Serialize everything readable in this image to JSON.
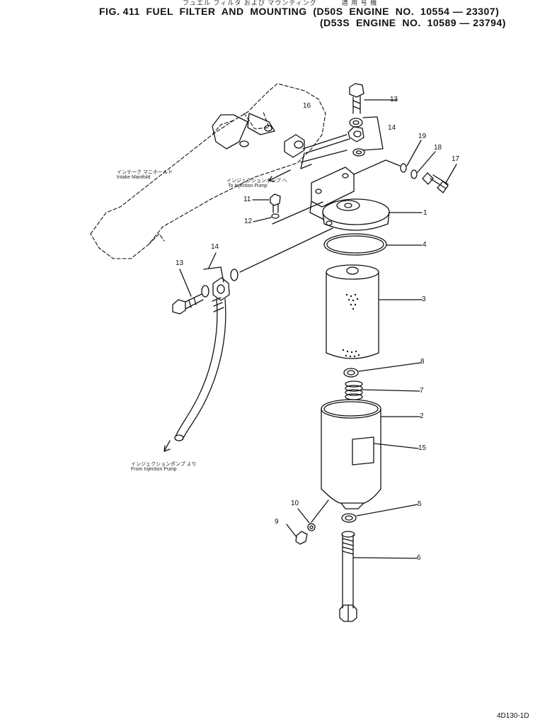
{
  "header": {
    "jp_line": "フュエル フィルタ および マウンティング          適 用 号 機",
    "title_line1": "FIG. 411  FUEL  FILTER  AND  MOUNTING  (D50S  ENGINE  NO.  10554 — 23307)",
    "title_line2": "(D53S  ENGINE  NO.  10589 — 23794)"
  },
  "annotations": {
    "intake_jp": "インテーク マニホールド",
    "intake_en": "Intake Manifold",
    "to_pump_jp": "インジェクションポンプ へ",
    "to_pump_en": "To Injection Pump",
    "from_pump_jp": "インジェクションポンプ より",
    "from_pump_en": "From Injection Pump"
  },
  "callouts": {
    "c1": "1",
    "c2": "2",
    "c3": "3",
    "c4": "4",
    "c5": "5",
    "c6": "6",
    "c7": "7",
    "c8": "8",
    "c9": "9",
    "c10": "10",
    "c11": "11",
    "c12": "12",
    "c13a": "13",
    "c13b": "13",
    "c14a": "14",
    "c14b": "14",
    "c15": "15",
    "c16": "16",
    "c17": "17",
    "c18": "18",
    "c19": "19"
  },
  "footer": {
    "drawing_code": "4D130-1D"
  }
}
